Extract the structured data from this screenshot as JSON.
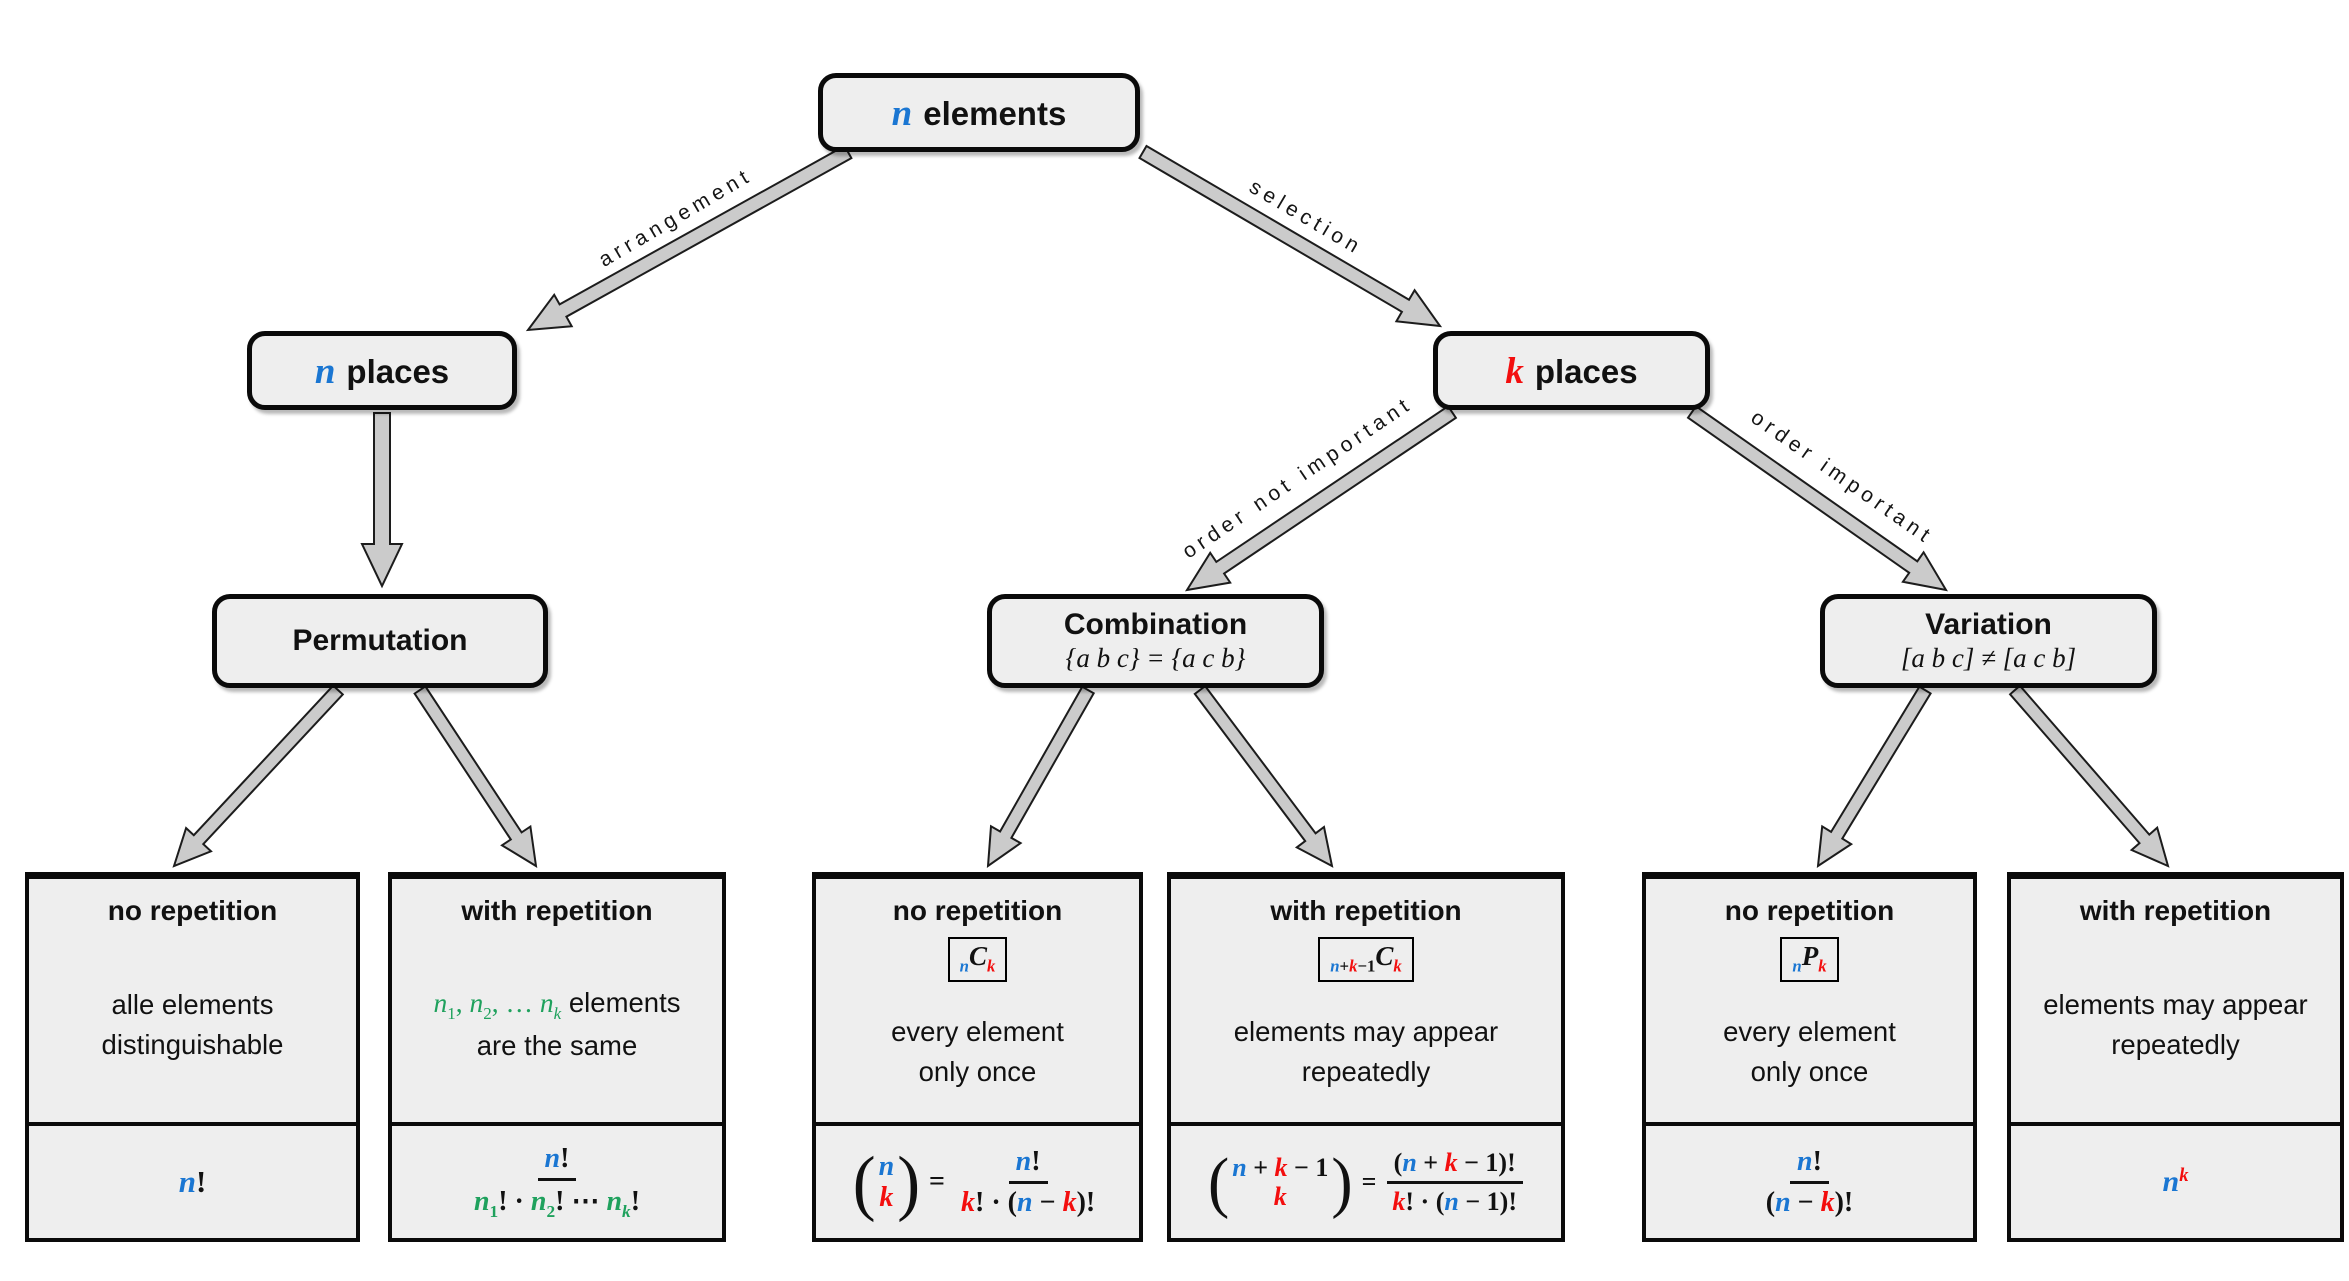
{
  "colors": {
    "blue": "#1a76d2",
    "red": "#f30e0e",
    "green": "#1fa15d",
    "box_bg": "#eeeeee",
    "arrow_fill": "#cbcbcb",
    "arrow_stroke": "#1c1c1c"
  },
  "nodes": {
    "root": {
      "var": "n",
      "var_color": "blue",
      "label": "elements"
    },
    "places_n": {
      "var": "n",
      "var_color": "blue",
      "label": "places"
    },
    "places_k": {
      "var": "k",
      "var_color": "red",
      "label": "places"
    }
  },
  "edges": {
    "arrangement": "arrangement",
    "selection": "selection",
    "order_not_important": "order not important",
    "order_important": "order important"
  },
  "categories": [
    {
      "title": "Permutation",
      "subtitle": ""
    },
    {
      "title": "Combination",
      "subtitle": "{a b c} = {a c b}"
    },
    {
      "title": "Variation",
      "subtitle": "[a b c] ≠ [a c b]"
    }
  ],
  "leaves": [
    {
      "header": "no repetition",
      "badge": null,
      "desc": [
        [
          {
            "t": "alle elements"
          }
        ],
        [
          {
            "t": "distinguishable"
          }
        ]
      ],
      "formula": [
        {
          "t": "n",
          "c": "blue",
          "i": 1
        },
        {
          "t": "!"
        }
      ]
    },
    {
      "header": "with repetition",
      "badge": null,
      "desc": [
        [
          {
            "t": "n",
            "c": "green",
            "i": 1,
            "sf": 1
          },
          {
            "t": "1",
            "c": "green",
            "sub": 1,
            "sf": 1
          },
          {
            "t": ", ",
            "c": "green",
            "sf": 1
          },
          {
            "t": "n",
            "c": "green",
            "i": 1,
            "sf": 1
          },
          {
            "t": "2",
            "c": "green",
            "sub": 1,
            "sf": 1
          },
          {
            "t": ", … ",
            "c": "green",
            "sf": 1
          },
          {
            "t": "n",
            "c": "green",
            "i": 1,
            "sf": 1
          },
          {
            "t": "k",
            "c": "green",
            "i": 1,
            "sub": 1,
            "sf": 1
          },
          {
            "t": " elements"
          }
        ],
        [
          {
            "t": "are the same"
          }
        ]
      ],
      "formula": [
        {
          "frac": {
            "num": [
              {
                "t": "n",
                "c": "blue",
                "i": 1
              },
              {
                "t": "!"
              }
            ],
            "den": [
              {
                "t": "n",
                "c": "green",
                "i": 1
              },
              {
                "t": "1",
                "c": "green",
                "sub": 1
              },
              {
                "t": "! · "
              },
              {
                "t": "n",
                "c": "green",
                "i": 1
              },
              {
                "t": "2",
                "c": "green",
                "sub": 1
              },
              {
                "t": "! ⋯ "
              },
              {
                "t": "n",
                "c": "green",
                "i": 1
              },
              {
                "t": "k",
                "c": "green",
                "i": 1,
                "sub": 1
              },
              {
                "t": "!"
              }
            ]
          }
        }
      ]
    },
    {
      "header": "no repetition",
      "badge": [
        {
          "t": "n",
          "c": "blue",
          "i": 1,
          "sub": 1
        },
        {
          "t": "C",
          "i": 1
        },
        {
          "t": "k",
          "c": "red",
          "i": 1,
          "sub": 1
        }
      ],
      "desc": [
        [
          {
            "t": "every element"
          }
        ],
        [
          {
            "t": "only once"
          }
        ]
      ],
      "formula": [
        {
          "binom": {
            "top": [
              {
                "t": "n",
                "c": "blue",
                "i": 1
              }
            ],
            "bot": [
              {
                "t": "k",
                "c": "red",
                "i": 1
              }
            ]
          }
        },
        {
          "t": "="
        },
        {
          "frac": {
            "num": [
              {
                "t": "n",
                "c": "blue",
                "i": 1
              },
              {
                "t": "!"
              }
            ],
            "den": [
              {
                "t": "k",
                "c": "red",
                "i": 1
              },
              {
                "t": "! · ("
              },
              {
                "t": "n",
                "c": "blue",
                "i": 1
              },
              {
                "t": " − "
              },
              {
                "t": "k",
                "c": "red",
                "i": 1
              },
              {
                "t": ")!"
              }
            ]
          }
        }
      ]
    },
    {
      "header": "with repetition",
      "badge": [
        {
          "t": "n",
          "c": "blue",
          "i": 1,
          "sub": 1
        },
        {
          "t": "+",
          "sub": 1
        },
        {
          "t": "k",
          "c": "red",
          "i": 1,
          "sub": 1
        },
        {
          "t": "−1",
          "sub": 1
        },
        {
          "t": "C",
          "i": 1
        },
        {
          "t": "k",
          "c": "red",
          "i": 1,
          "sub": 1
        }
      ],
      "desc": [
        [
          {
            "t": "elements may appear"
          }
        ],
        [
          {
            "t": "repeatedly"
          }
        ]
      ],
      "formula": [
        {
          "binom": {
            "top": [
              {
                "t": "n",
                "c": "blue",
                "i": 1
              },
              {
                "t": " + "
              },
              {
                "t": "k",
                "c": "red",
                "i": 1
              },
              {
                "t": " − 1"
              }
            ],
            "bot": [
              {
                "t": "k",
                "c": "red",
                "i": 1
              }
            ]
          }
        },
        {
          "t": "="
        },
        {
          "frac": {
            "num": [
              {
                "t": "("
              },
              {
                "t": "n",
                "c": "blue",
                "i": 1
              },
              {
                "t": " + "
              },
              {
                "t": "k",
                "c": "red",
                "i": 1
              },
              {
                "t": " − 1)!"
              }
            ],
            "den": [
              {
                "t": "k",
                "c": "red",
                "i": 1
              },
              {
                "t": "! · ("
              },
              {
                "t": "n",
                "c": "blue",
                "i": 1
              },
              {
                "t": " − 1)!"
              }
            ]
          }
        }
      ]
    },
    {
      "header": "no repetition",
      "badge": [
        {
          "t": "n",
          "c": "blue",
          "i": 1,
          "sub": 1
        },
        {
          "t": "P",
          "i": 1
        },
        {
          "t": "k",
          "c": "red",
          "i": 1,
          "sub": 1
        }
      ],
      "desc": [
        [
          {
            "t": "every element"
          }
        ],
        [
          {
            "t": "only once"
          }
        ]
      ],
      "formula": [
        {
          "frac": {
            "num": [
              {
                "t": "n",
                "c": "blue",
                "i": 1
              },
              {
                "t": "!"
              }
            ],
            "den": [
              {
                "t": "("
              },
              {
                "t": "n",
                "c": "blue",
                "i": 1
              },
              {
                "t": " − "
              },
              {
                "t": "k",
                "c": "red",
                "i": 1
              },
              {
                "t": ")!"
              }
            ]
          }
        }
      ]
    },
    {
      "header": "with repetition",
      "badge": null,
      "desc": [
        [
          {
            "t": "elements may appear"
          }
        ],
        [
          {
            "t": "repeatedly"
          }
        ]
      ],
      "formula": [
        {
          "t": "n",
          "c": "blue",
          "i": 1
        },
        {
          "t": "k",
          "c": "red",
          "i": 1,
          "sup": 1
        }
      ]
    }
  ]
}
